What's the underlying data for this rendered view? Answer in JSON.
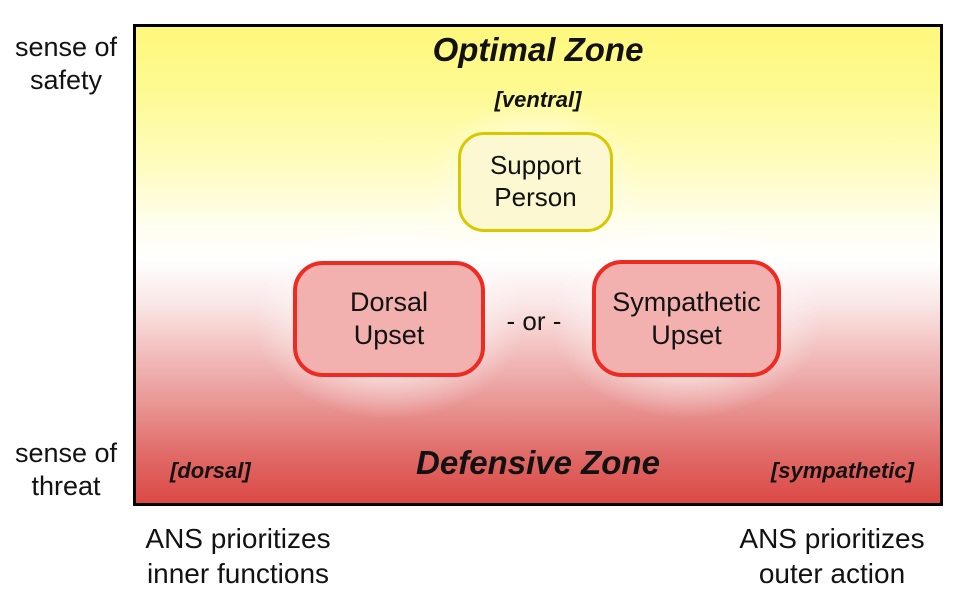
{
  "left_axis": {
    "safety": "sense of\nsafety",
    "threat": "sense of\nthreat"
  },
  "zones": {
    "optimal": {
      "title": "Optimal Zone",
      "tag": "[ventral]"
    },
    "defensive": {
      "title": "Defensive Zone",
      "left_tag": "[dorsal]",
      "right_tag": "[sympathetic]"
    }
  },
  "nodes": {
    "support": "Support\nPerson",
    "dorsal": "Dorsal\nUpset",
    "or_separator": "- or -",
    "sympathetic": "Sympathetic\nUpset"
  },
  "captions": {
    "left": "ANS prioritizes\ninner functions",
    "right": "ANS prioritizes\nouter action"
  },
  "colors": {
    "gradient_top": "#FEF87D",
    "gradient_bottom": "#DB4946",
    "support_fill": "#FBF8D2",
    "support_border": "#D6C900",
    "upset_fill": "#F2B1AF",
    "upset_border": "#EE2B23",
    "frame_border": "#000000",
    "text": "#121212"
  }
}
